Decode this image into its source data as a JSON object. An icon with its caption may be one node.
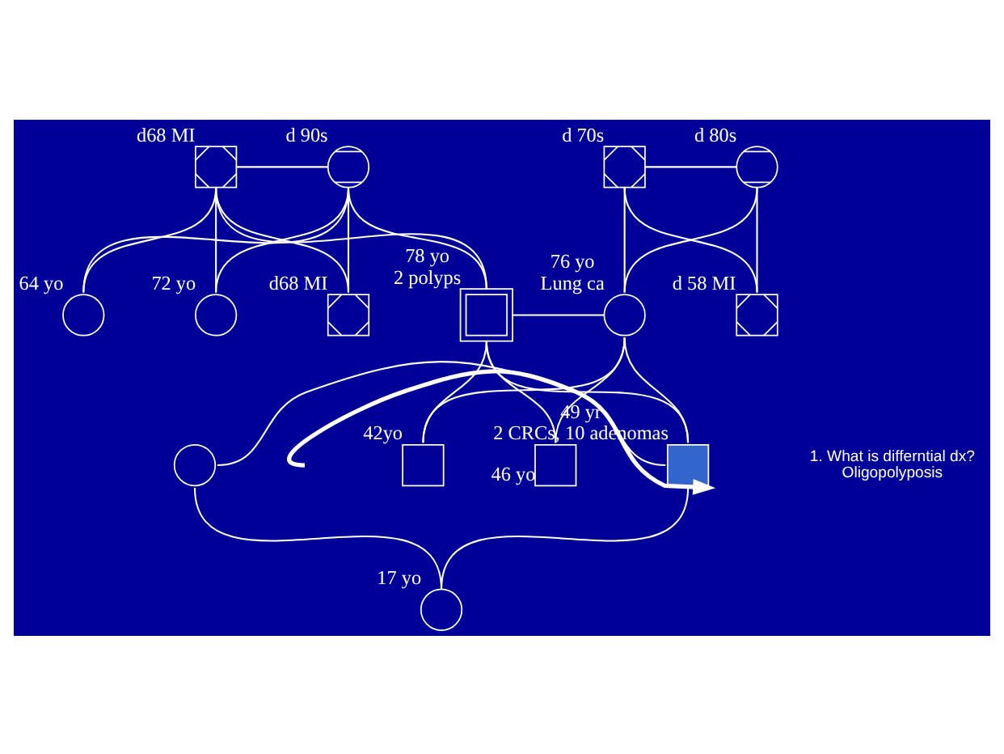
{
  "diagram": {
    "nodes": [
      {
        "text": [],
        "shape": "box",
        "beside": [
          "d68 MI"
        ]
      },
      {
        "text": [],
        "shape": "circle",
        "beside": [
          "d 90s"
        ]
      },
      {
        "text": [],
        "shape": "box",
        "beside": [
          "d 70s"
        ]
      },
      {
        "text": [],
        "shape": "circle",
        "beside": [
          "d 80s"
        ]
      },
      {
        "text": [],
        "shape": "circle",
        "beside": [
          "64 yo"
        ]
      },
      {
        "text": [],
        "shape": "circle",
        "beside": [
          "72 yo"
        ]
      },
      {
        "text": [],
        "shape": "box",
        "beside": [
          "d68 MI"
        ]
      },
      {
        "text": [],
        "shape": "box",
        "beside": [
          "78 yo",
          "2 polyps"
        ]
      },
      {
        "text": [],
        "shape": "circle",
        "beside": [
          "76 yo",
          "Lung ca"
        ]
      },
      {
        "text": [],
        "shape": "box",
        "beside": [
          "d 58 MI"
        ]
      },
      {
        "text": [],
        "shape": "circle"
      },
      {
        "text": [],
        "shape": "box",
        "beside": [
          "49 yr",
          "2 CRCs, 10 adenomas"
        ]
      },
      {
        "text": [],
        "shape": "box",
        "beside": [
          "42yo"
        ]
      },
      {
        "text": [],
        "shape": "box",
        "beside": [
          "46 yo"
        ]
      },
      {
        "text": [],
        "shape": "circle",
        "beside": [
          "17 yo"
        ]
      }
    ],
    "edges": [
      {
        "from": 0,
        "to": 1,
        "arrow": "none"
      },
      {
        "from": 2,
        "to": 3,
        "arrow": "none"
      },
      {
        "from": 0,
        "to": 4,
        "arrow": "none"
      },
      {
        "from": 1,
        "to": 4,
        "arrow": "none"
      },
      {
        "from": 0,
        "to": 5,
        "arrow": "none"
      },
      {
        "from": 1,
        "to": 5,
        "arrow": "none"
      },
      {
        "from": 0,
        "to": 6,
        "arrow": "none"
      },
      {
        "from": 1,
        "to": 6,
        "arrow": "none"
      },
      {
        "from": 0,
        "to": 7,
        "arrow": "none"
      },
      {
        "from": 1,
        "to": 7,
        "arrow": "none"
      },
      {
        "from": 2,
        "to": 8,
        "arrow": "none"
      },
      {
        "from": 3,
        "to": 8,
        "arrow": "none"
      },
      {
        "from": 2,
        "to": 9,
        "arrow": "none"
      },
      {
        "from": 3,
        "to": 9,
        "arrow": "none"
      },
      {
        "from": 7,
        "to": 8,
        "arrow": "none"
      },
      {
        "from": 7,
        "to": 11,
        "arrow": "none"
      },
      {
        "from": 8,
        "to": 11,
        "arrow": "none"
      },
      {
        "from": 7,
        "to": 12,
        "arrow": "none"
      },
      {
        "from": 8,
        "to": 12,
        "arrow": "none"
      },
      {
        "from": 7,
        "to": 13,
        "arrow": "none"
      },
      {
        "from": 8,
        "to": 13,
        "arrow": "none"
      },
      {
        "from": 10,
        "to": 11,
        "arrow": "none"
      },
      {
        "from": 10,
        "to": 14,
        "arrow": "none"
      },
      {
        "from": 11,
        "to": 14,
        "arrow": "none"
      },
      {
        "from": null,
        "to": 11,
        "arrow": "to",
        "style": "thick"
      }
    ],
    "labels": [
      "1. What is differntial dx?",
      "Oligopolyposis"
    ]
  }
}
